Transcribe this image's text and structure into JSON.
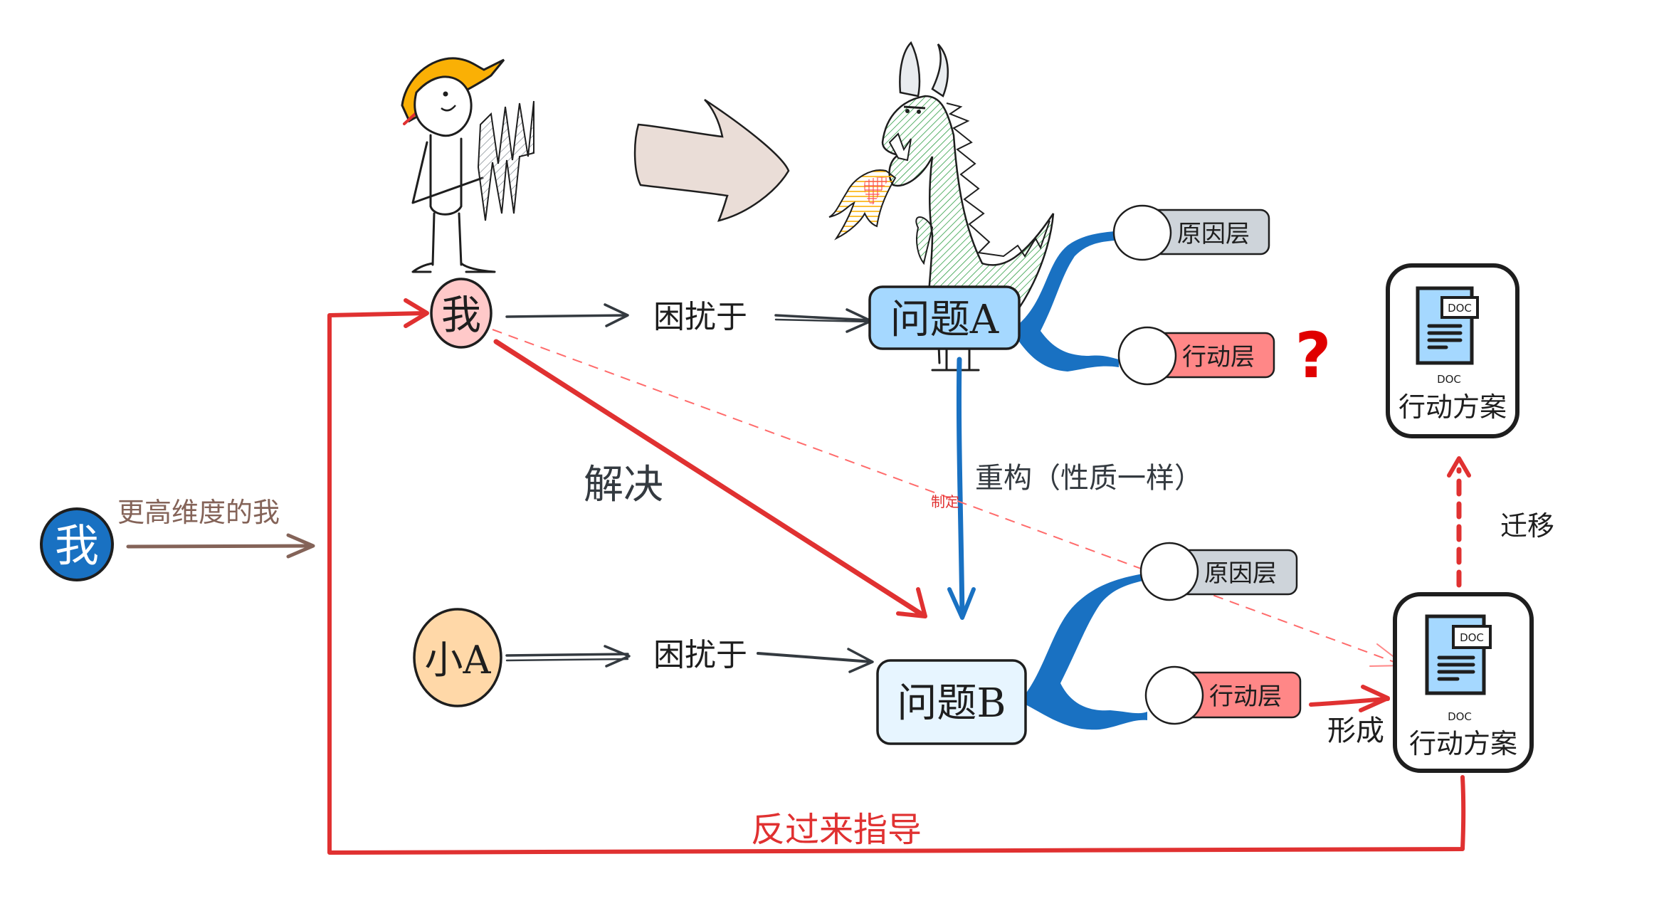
{
  "colors": {
    "red": "#e03131",
    "blue": "#1971c2",
    "brown": "#846358",
    "ink": "#1e1e1e",
    "box_a_fill": "#a5d8ff",
    "box_b_fill": "#e7f5ff",
    "cause_fill": "#ced4da",
    "action_fill": "#ff8787",
    "me_fill": "#ffc9c9",
    "xiaoa_fill": "#ffd8a8",
    "doc_fill": "#a5d8ff",
    "arrow_fill": "#eaddd7",
    "dragon_green": "#2f9e44",
    "helmet": "#fab005"
  },
  "illustrations": {
    "person": "worker-with-map-icon",
    "big_arrow": "big-arrow-right-icon",
    "dragon": "fire-breathing-dragon-icon"
  },
  "nodes": {
    "higher_me": {
      "label": "我"
    },
    "higher_me_caption": "更高维度的我",
    "me": {
      "label": "我"
    },
    "xiao_a": {
      "label": "小A"
    },
    "troubled_by_top": "困扰于",
    "troubled_by_bottom": "困扰于",
    "problem_a": "问题A",
    "problem_b": "问题B",
    "cause_layer_a": "原因层",
    "action_layer_a": "行动层",
    "cause_layer_b": "原因层",
    "action_layer_b": "行动层",
    "question_mark": "?",
    "doc_top": {
      "tag": "DOC",
      "caption": "DOC",
      "label": "行动方案"
    },
    "doc_bottom": {
      "tag": "DOC",
      "caption": "DOC",
      "label": "行动方案"
    }
  },
  "edges": {
    "solve": "解决",
    "reframe": "重构（性质一样）",
    "formulate": "制定",
    "form": "形成",
    "migrate": "迁移",
    "guide_back": "反过来指导"
  }
}
